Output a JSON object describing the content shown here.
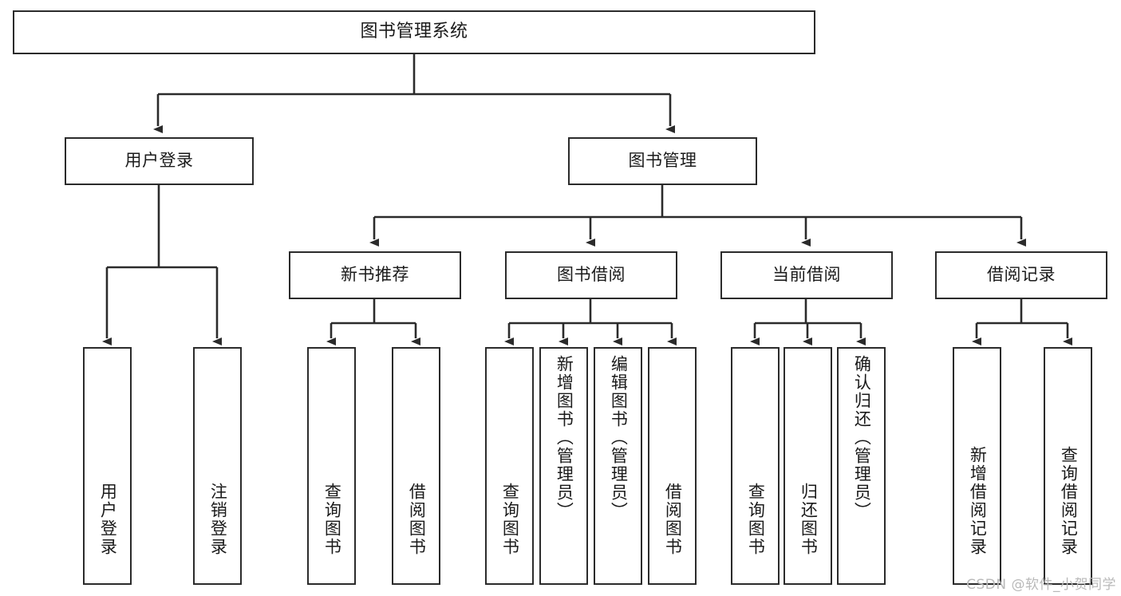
{
  "diagram": {
    "type": "tree-hierarchy-chart",
    "title": "图书管理系统",
    "colors": {
      "box_border": "#2b2b2b",
      "box_fill": "#ffffff",
      "edge": "#2b2b2b",
      "text": "#1a1a1a",
      "watermark": "#b9b9b9",
      "background": "#ffffff"
    },
    "nodes": {
      "root": {
        "label": "图书管理系统"
      },
      "level1": [
        {
          "id": "user-login",
          "label": "用户登录"
        },
        {
          "id": "book-management",
          "label": "图书管理"
        }
      ],
      "level2": [
        {
          "id": "new-book-recommend",
          "label": "新书推荐"
        },
        {
          "id": "book-borrow",
          "label": "图书借阅"
        },
        {
          "id": "current-borrow",
          "label": "当前借阅"
        },
        {
          "id": "borrow-record",
          "label": "借阅记录"
        }
      ],
      "leaves": {
        "user_login": [
          {
            "id": "leaf-user-login",
            "label": "用户登录"
          },
          {
            "id": "leaf-logout-login",
            "label": "注销登录"
          }
        ],
        "new_book_recommend": [
          {
            "id": "leaf-query-book-1",
            "label": "查询图书"
          },
          {
            "id": "leaf-borrow-book-1",
            "label": "借阅图书"
          }
        ],
        "book_borrow": [
          {
            "id": "leaf-query-book-2",
            "label": "查询图书"
          },
          {
            "id": "leaf-add-book",
            "label": "新增图书（管理员）"
          },
          {
            "id": "leaf-edit-book",
            "label": "编辑图书（管理员）"
          },
          {
            "id": "leaf-borrow-book-2",
            "label": "借阅图书"
          }
        ],
        "current_borrow": [
          {
            "id": "leaf-query-book-3",
            "label": "查询图书"
          },
          {
            "id": "leaf-return-book",
            "label": "归还图书"
          },
          {
            "id": "leaf-confirm-return",
            "label": "确认归还（管理员）"
          }
        ],
        "borrow_record": [
          {
            "id": "leaf-add-record",
            "label": "新增借阅记录"
          },
          {
            "id": "leaf-query-record",
            "label": "查询借阅记录"
          }
        ]
      }
    }
  },
  "watermark": {
    "text": "CSDN @软件_小贺同学"
  }
}
